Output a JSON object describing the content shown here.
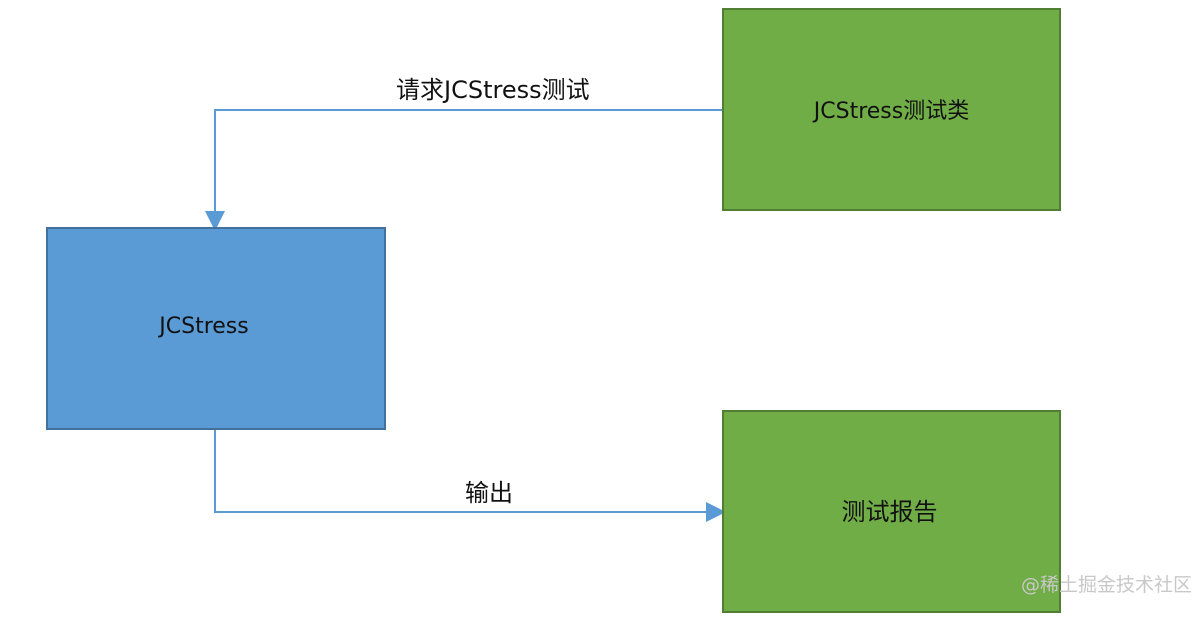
{
  "diagram": {
    "nodes": {
      "test_class": "JCStress测试类",
      "jcstress": "JCStress",
      "report": "测试报告"
    },
    "edges": {
      "request_label": "请求JCStress测试",
      "output_label": "输出"
    },
    "colors": {
      "green_fill": "#70ad47",
      "green_border": "#507e32",
      "blue_fill": "#5b9bd5",
      "blue_border": "#41719c",
      "connector": "#5b9bd5"
    }
  },
  "watermark": {
    "text": "@稀土掘金技术社区"
  }
}
